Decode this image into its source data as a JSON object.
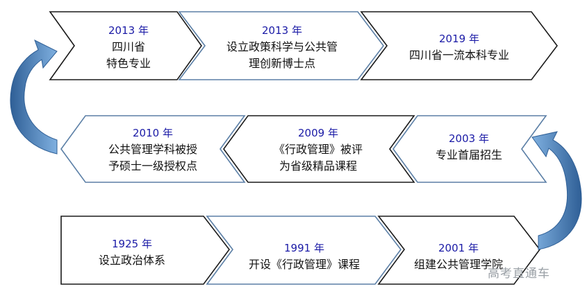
{
  "timeline": {
    "row1": [
      {
        "year": "2013 年",
        "lines": [
          "四川省",
          "特色专业"
        ]
      },
      {
        "year": "2013 年",
        "lines": [
          "设立政策科学与公共管",
          "理创新博士点"
        ]
      },
      {
        "year": "2019 年",
        "lines": [
          "四川省一流本科专业"
        ]
      }
    ],
    "row2": [
      {
        "year": "2010 年",
        "lines": [
          "公共管理学科被授",
          "予硕士一级授权点"
        ]
      },
      {
        "year": "2009 年",
        "lines": [
          "《行政管理》被评",
          "为省级精品课程"
        ]
      },
      {
        "year": "2003 年",
        "lines": [
          "专业首届招生"
        ]
      }
    ],
    "row3": [
      {
        "year": "1925 年",
        "lines": [
          "设立政治体系"
        ]
      },
      {
        "year": "1991 年",
        "lines": [
          "开设《行政管理》课程"
        ]
      },
      {
        "year": "2001 年",
        "lines": [
          "组建公共管理学院"
        ]
      }
    ]
  },
  "watermark": "高考直通车",
  "colors": {
    "box_fill": "#ffffff",
    "box_stroke_dark": "#1a1a1a",
    "box_stroke_blue": "#5b7fa6",
    "year_text": "#1a1aa6",
    "arrow_fill": "#5b8fc4",
    "arrow_dark": "#2f5f96"
  }
}
